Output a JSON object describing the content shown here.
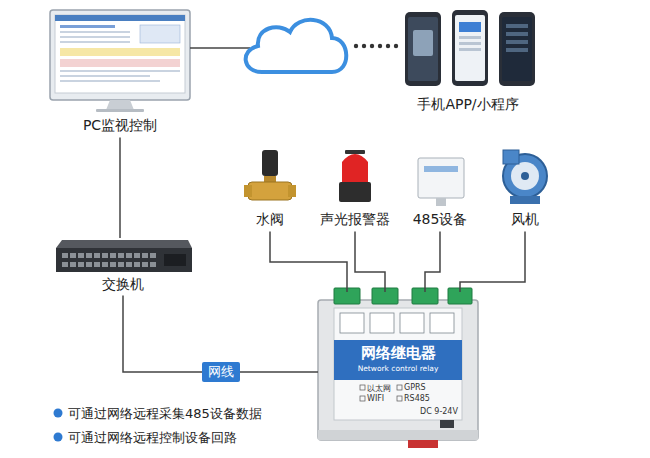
{
  "diagram": {
    "nodes": [
      {
        "text": [
          "PC监视控制"
        ]
      },
      {
        "text": [
          "手机APP/小程序"
        ]
      },
      {
        "text": [
          "水阀"
        ]
      },
      {
        "text": [
          "声光报警器"
        ]
      },
      {
        "text": [
          "485设备"
        ]
      },
      {
        "text": [
          "风机"
        ]
      },
      {
        "text": [
          "交换机"
        ]
      },
      {
        "text": [
          "网络继电器",
          "Network control relay"
        ]
      }
    ],
    "edges": [
      {
        "from": 0,
        "to": 6,
        "arrow": "none"
      },
      {
        "from": 6,
        "to": 7,
        "label": "网线",
        "arrow": "none"
      },
      {
        "from": 2,
        "to": 7,
        "arrow": "none"
      },
      {
        "from": 3,
        "to": 7,
        "arrow": "none"
      },
      {
        "from": 4,
        "to": 7,
        "arrow": "none"
      },
      {
        "from": 5,
        "to": 7,
        "arrow": "none"
      }
    ],
    "labels": [
      "可通过网络远程采集485设备数据",
      "可通过网络远程控制设备回路",
      "以太网",
      "GPRS",
      "WIFI",
      "RS485",
      "DC 9-24V"
    ]
  }
}
